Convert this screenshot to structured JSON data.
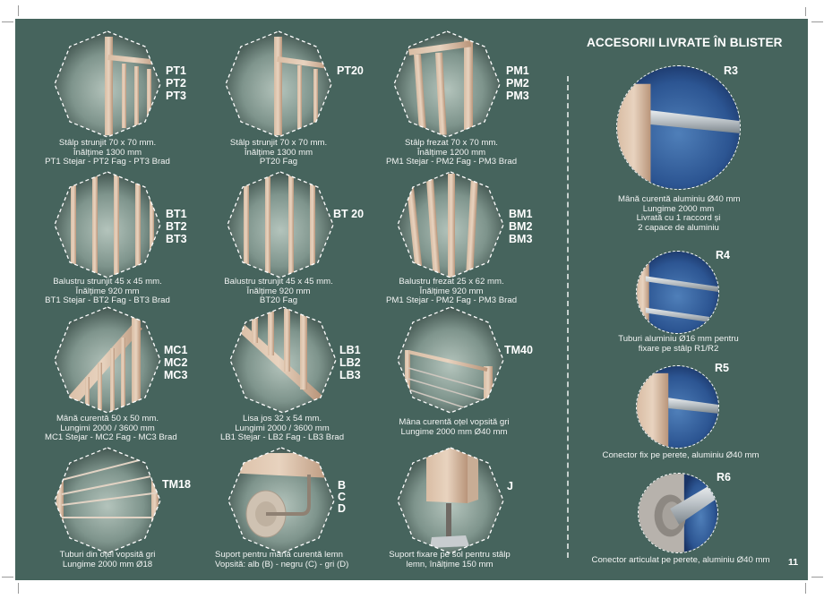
{
  "page": {
    "background_color": "#46645d",
    "page_number": "11"
  },
  "products": [
    {
      "codes": "PT1\nPT2\nPT3",
      "image": "turned-post-railing",
      "caption": [
        "Stâlp strunjit 70 x 70 mm.",
        "Înălțime 1300 mm",
        "PT1 Stejar - PT2 Fag - PT3 Brad"
      ]
    },
    {
      "codes": "PT20",
      "image": "turned-post-railing-pt20",
      "caption": [
        "Stâlp strunjit 70 x 70 mm.",
        "Înălțime 1300 mm",
        "PT20 Fag"
      ]
    },
    {
      "codes": "PM1\nPM2\nPM3",
      "image": "milled-post-railing",
      "caption": [
        "Stâlp frezat 70 x 70 mm.",
        "Înălțime 1200 mm",
        "PM1 Stejar - PM2 Fag - PM3 Brad"
      ]
    },
    {
      "codes": "BT1\nBT2\nBT3",
      "image": "turned-balusters",
      "caption": [
        "Balustru strunjit 45 x 45 mm.",
        "Înălțime 920 mm",
        "BT1 Stejar - BT2 Fag - BT3 Brad"
      ]
    },
    {
      "codes": "BT 20",
      "image": "turned-balusters-bt20",
      "caption": [
        "Balustru strunjit 45 x 45 mm.",
        "Înălțime 920 mm",
        "BT20 Fag"
      ]
    },
    {
      "codes": "BM1\nBM2\nBM3",
      "image": "milled-balusters",
      "caption": [
        "Balustru frezat 25 x 62 mm.",
        "Înălțime 920 mm",
        "PM1 Stejar - PM2 Fag - PM3 Brad"
      ]
    },
    {
      "codes": "MC1\nMC2\nMC3",
      "image": "wooden-handrail",
      "caption": [
        "Mână curentă 50 x 50 mm.",
        "Lungimi 2000 / 3600 mm",
        "MC1 Stejar - MC2 Fag - MC3 Brad"
      ]
    },
    {
      "codes": "LB1\nLB2\nLB3",
      "image": "bottom-rail",
      "caption": [
        "Lisa jos 32 x 54 mm.",
        "Lungimi 2000 / 3600 mm",
        "LB1 Stejar - LB2 Fag - LB3 Brad"
      ]
    },
    {
      "codes": "TM40",
      "image": "steel-handrail",
      "caption": [
        "Mâna curentă oțel vopsită gri",
        "Lungime 2000 mm Ø40 mm"
      ]
    },
    {
      "codes": "TM18",
      "image": "steel-tubes",
      "caption": [
        "Tuburi din oțel vopsită gri",
        "Lungime 2000 mm Ø18"
      ]
    },
    {
      "codes": "B\nC\nD",
      "image": "handrail-bracket",
      "caption": [
        "Suport pentru mână curentă lemn",
        "Vopsită: alb (B) - negru (C) - gri (D)"
      ]
    },
    {
      "codes": "J",
      "image": "post-ground-anchor",
      "caption": [
        "Suport fixare pe sol pentru stâlp",
        "lemn, înălțime 150 mm"
      ]
    }
  ],
  "accessories": {
    "title": "ACCESORII LIVRATE ÎN BLISTER",
    "items": [
      {
        "code": "R3",
        "image": "aluminium-handrail",
        "caption": [
          "Mână curentă aluminiu Ø40 mm",
          "Lungime 2000 mm",
          "Livrată cu 1 raccord și",
          "2 capace de aluminiu"
        ]
      },
      {
        "code": "R4",
        "image": "aluminium-tubes",
        "caption": [
          "Tuburi aluminiu Ø16 mm pentru",
          "fixare pe stâlp R1/R2"
        ]
      },
      {
        "code": "R5",
        "image": "fixed-wall-connector",
        "caption": [
          "Conector fix pe perete, aluminiu Ø40 mm"
        ]
      },
      {
        "code": "R6",
        "image": "articulated-wall-connector",
        "caption": [
          "Conector articulat pe perete, aluminiu Ø40 mm"
        ]
      }
    ]
  }
}
